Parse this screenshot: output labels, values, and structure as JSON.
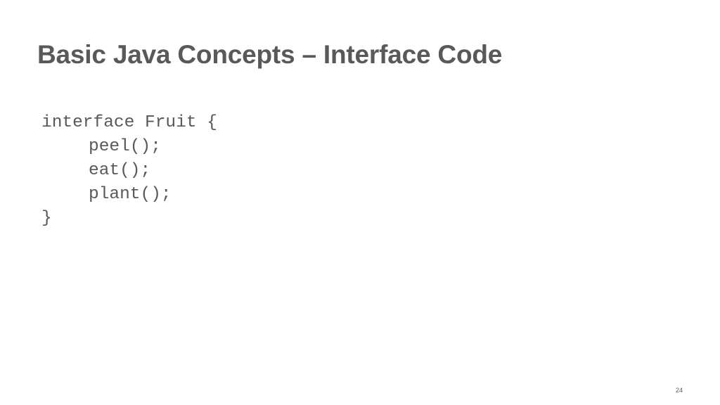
{
  "slide": {
    "title": "Basic Java Concepts – Interface Code",
    "page_number": "24"
  },
  "code": {
    "lines": [
      "interface Fruit {",
      "peel();",
      "eat();",
      "plant();",
      "}"
    ]
  },
  "colors": {
    "text": "#595959",
    "background": "#ffffff"
  }
}
